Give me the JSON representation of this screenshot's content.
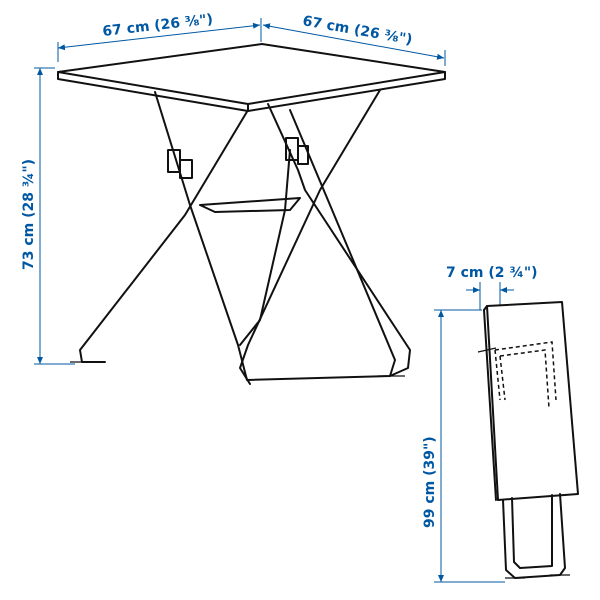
{
  "dimensions": {
    "width": "67 cm (26 ⅜\")",
    "depth": "67 cm (26 ⅜\")",
    "height": "73 cm (28 ¾\")",
    "folded_thickness": "7 cm (2 ¾\")",
    "folded_height": "99 cm (39\")"
  },
  "colors": {
    "dimension": "#0058a3",
    "drawing": "#111111"
  }
}
